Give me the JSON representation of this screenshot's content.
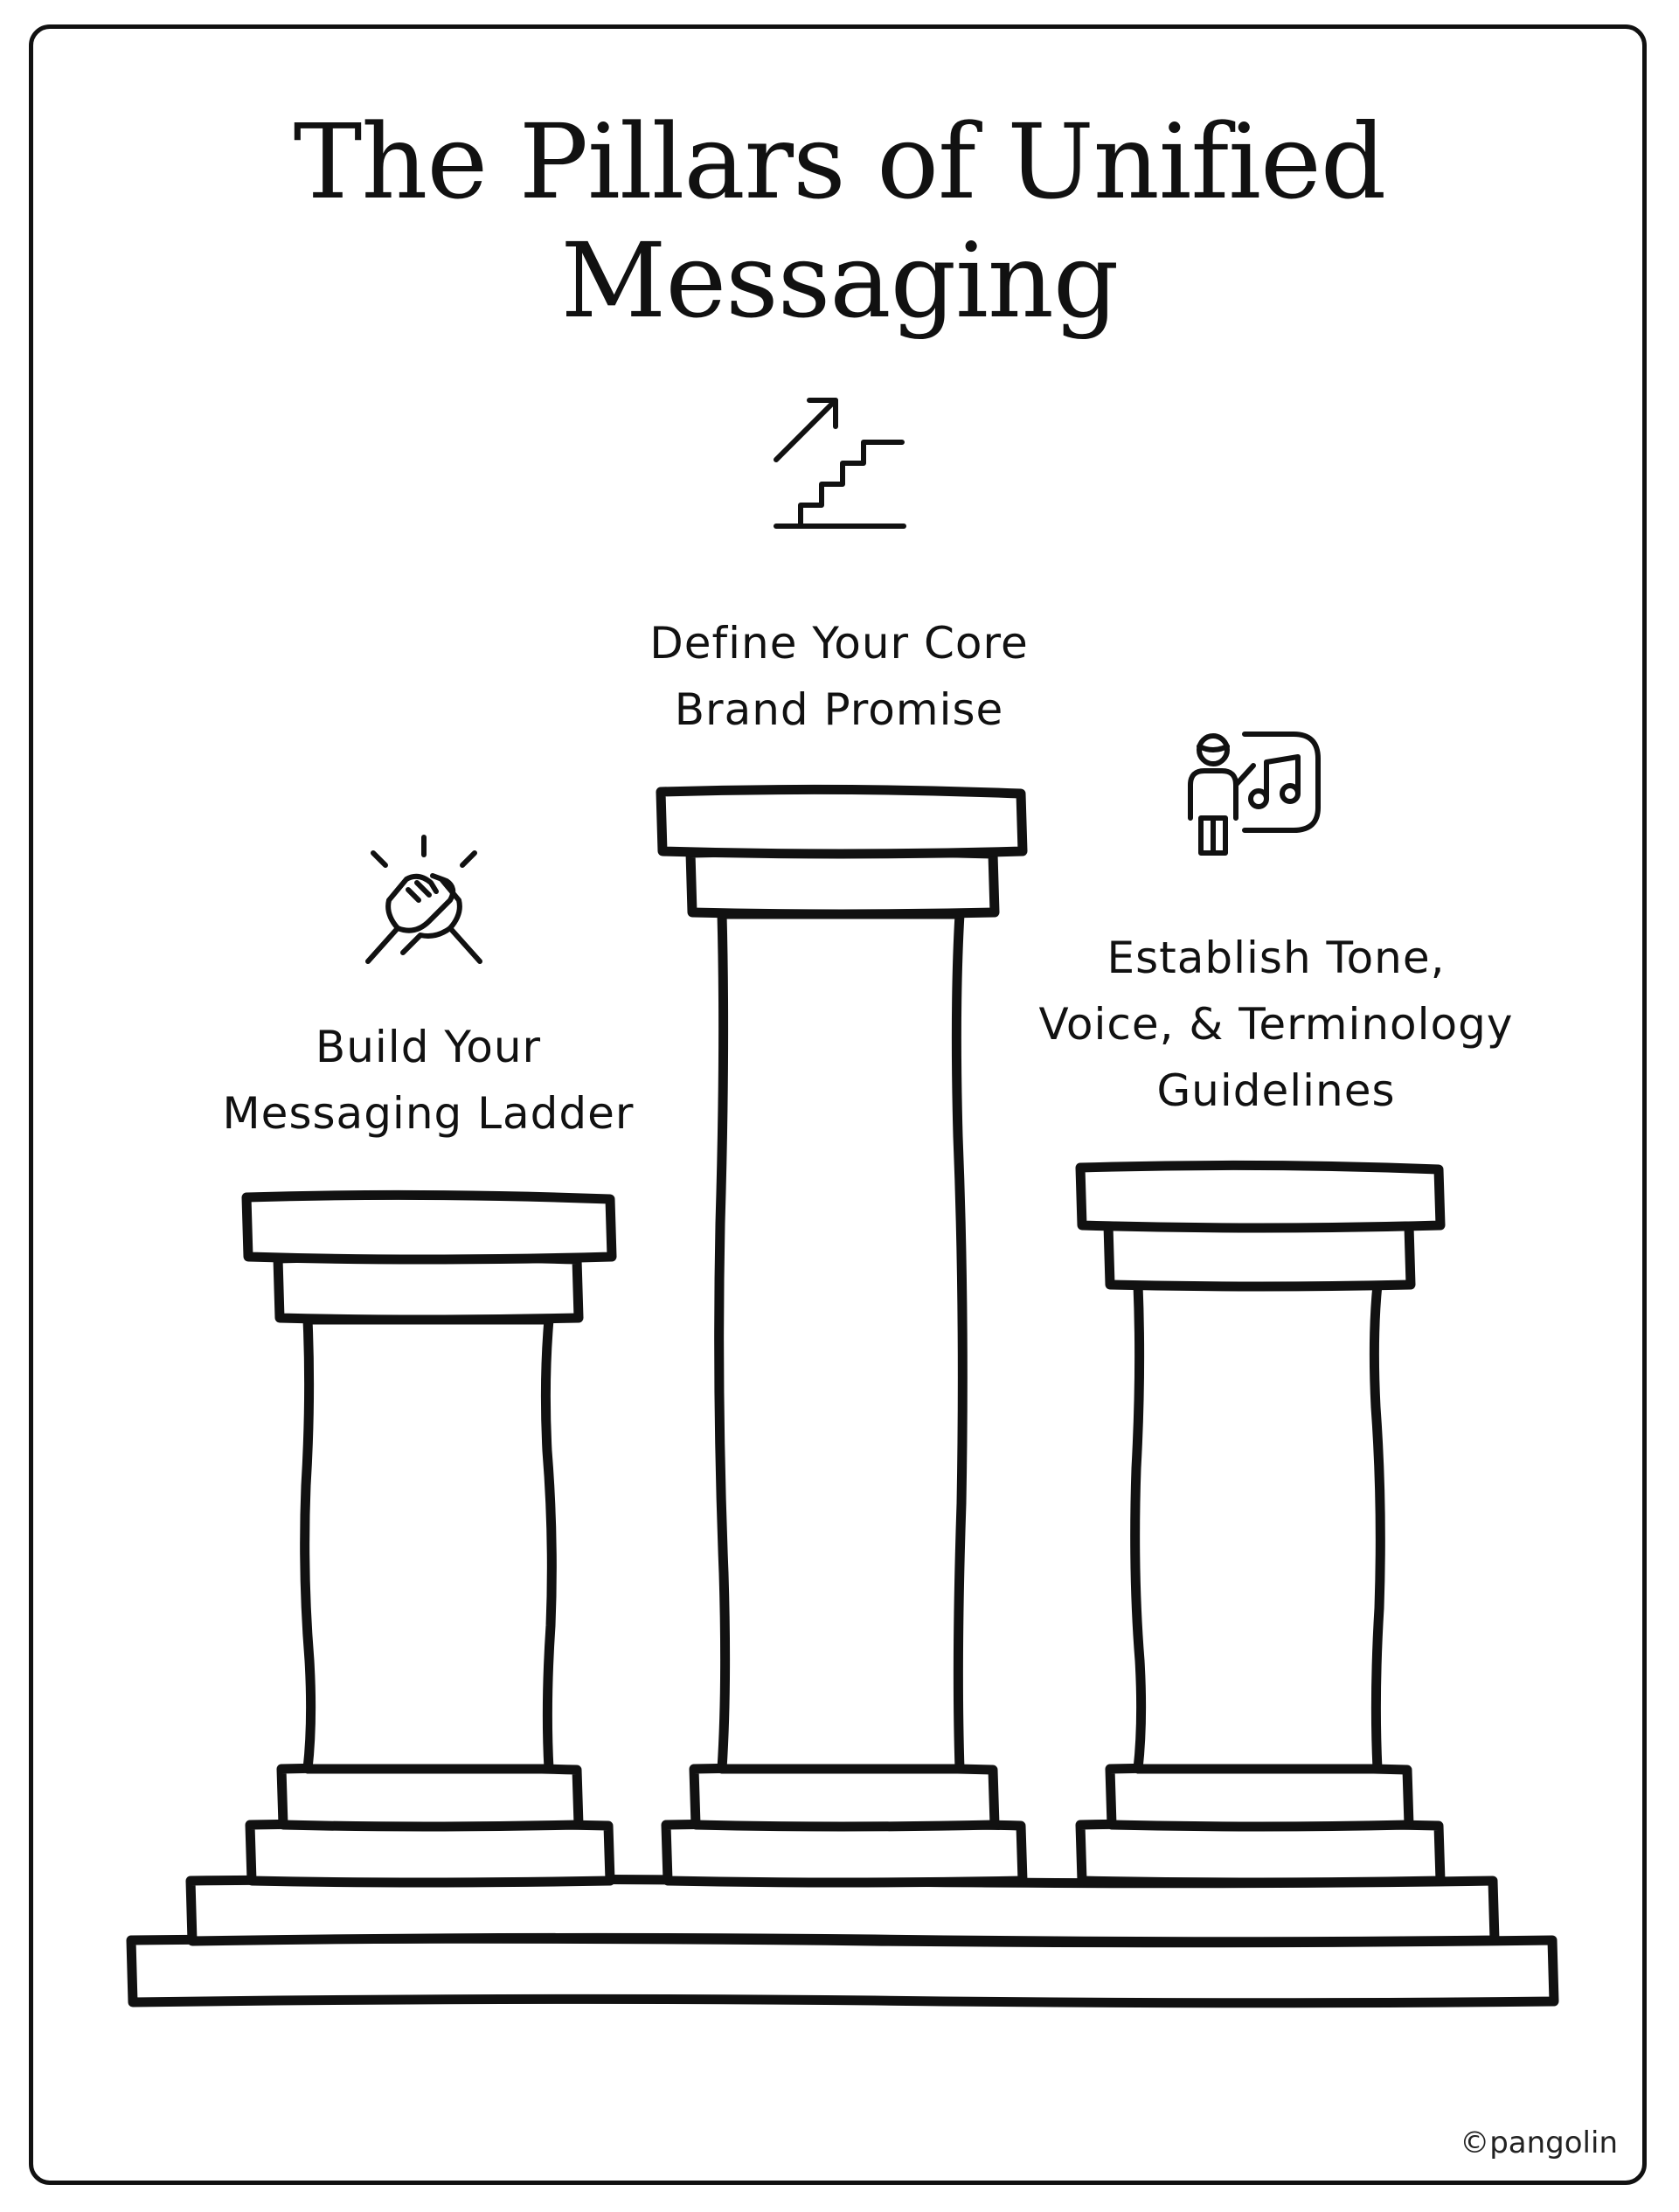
{
  "title": "The Pillars of Unified Messaging",
  "pillars": [
    {
      "position": "left",
      "label_lines": [
        "Build Your",
        "Messaging Ladder"
      ],
      "icon": "handshake-icon"
    },
    {
      "position": "center",
      "label_lines": [
        "Define Your Core",
        "Brand Promise"
      ],
      "icon": "stairs-arrow-icon"
    },
    {
      "position": "right",
      "label_lines": [
        "Establish Tone,",
        "Voice, & Terminology",
        "Guidelines"
      ],
      "icon": "music-teacher-icon"
    }
  ],
  "copyright": "©pangolin",
  "colors": {
    "ink": "#111111",
    "background": "#ffffff"
  }
}
